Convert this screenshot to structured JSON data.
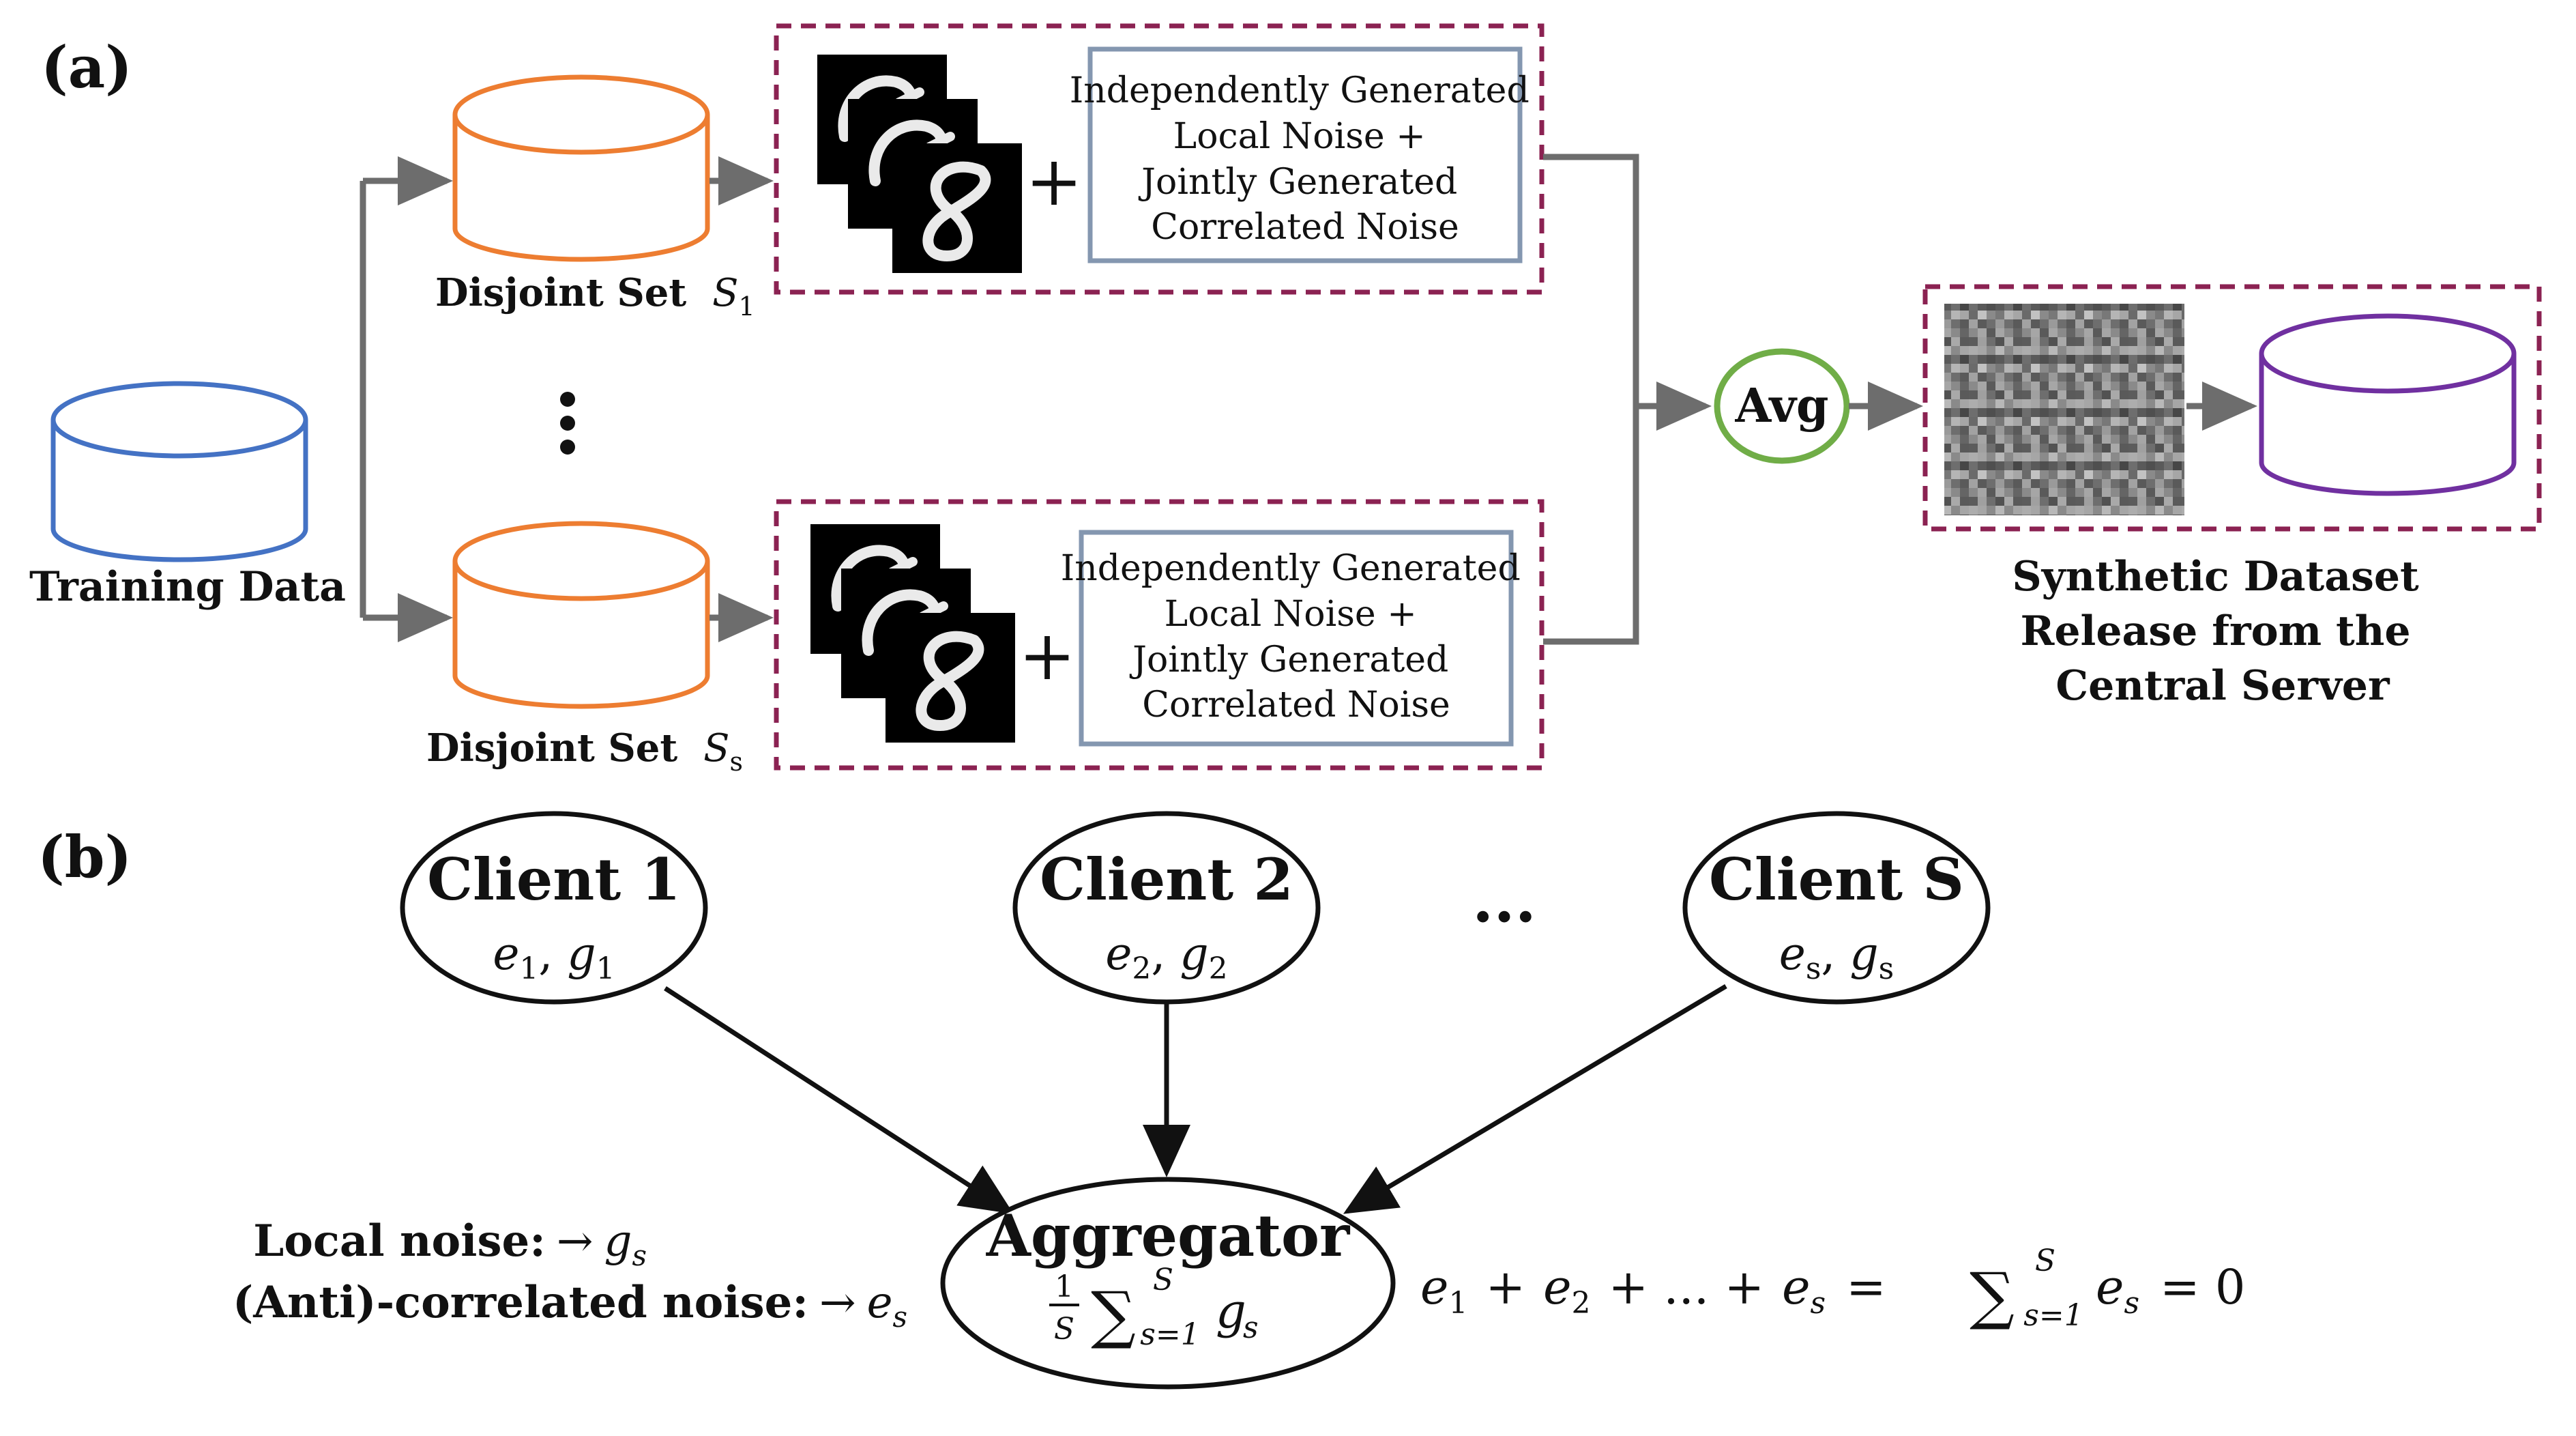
{
  "panel_a": {
    "label": "(a)",
    "training_data": "Training Data",
    "set_top": {
      "prefix": "Disjoint Set",
      "symbol": "S",
      "sub": "1"
    },
    "set_bottom": {
      "prefix": "Disjoint Set",
      "symbol": "S",
      "sub": "s"
    },
    "noise_box_lines": [
      "Independently Generated",
      "Local Noise +",
      "Jointly Generated",
      "Correlated Noise"
    ],
    "plus": "+",
    "avg": "Avg",
    "release_lines": [
      "Synthetic Dataset",
      "Release from the",
      "Central Server"
    ],
    "colors": {
      "training": "#4472c4",
      "sets": "#ed7d31",
      "avg": "#70ad47",
      "output": "#7030a0",
      "dashed": "#8b2252",
      "noise_border": "#8497b0",
      "arrow": "#6d6d6d"
    }
  },
  "panel_b": {
    "label": "(b)",
    "clients": [
      {
        "title": "Client 1",
        "e": "e",
        "e_sub": "1",
        "g": "g",
        "g_sub": "1"
      },
      {
        "title": "Client 2",
        "e": "e",
        "e_sub": "2",
        "g": "g",
        "g_sub": "2"
      },
      {
        "title": "Client S",
        "e": "e",
        "e_sub": "s",
        "g": "g",
        "g_sub": "s"
      }
    ],
    "ellipsis": "...",
    "aggregator": {
      "title": "Aggregator",
      "frac_num": "1",
      "frac_den": "S",
      "sum": "∑",
      "sum_top": "S",
      "sum_bottom": "s=1",
      "term": "g",
      "term_sub": "s"
    },
    "legend": {
      "local_label": "Local noise:",
      "local_arrow": "→",
      "local_sym": "g",
      "local_sub": "s",
      "corr_label": "(Anti)-correlated noise:",
      "corr_arrow": "→",
      "corr_sym": "e",
      "corr_sub": "s"
    },
    "equation": {
      "t1": "e",
      "s1": "1",
      "plus1": "+",
      "t2": "e",
      "s2": "2",
      "plus2": "+ ... +",
      "t3": "e",
      "s3": "s",
      "eq1": "=",
      "sum": "∑",
      "sum_top": "S",
      "sum_bottom": "s=1",
      "t4": "e",
      "s4": "s",
      "eq2": "= 0"
    }
  }
}
